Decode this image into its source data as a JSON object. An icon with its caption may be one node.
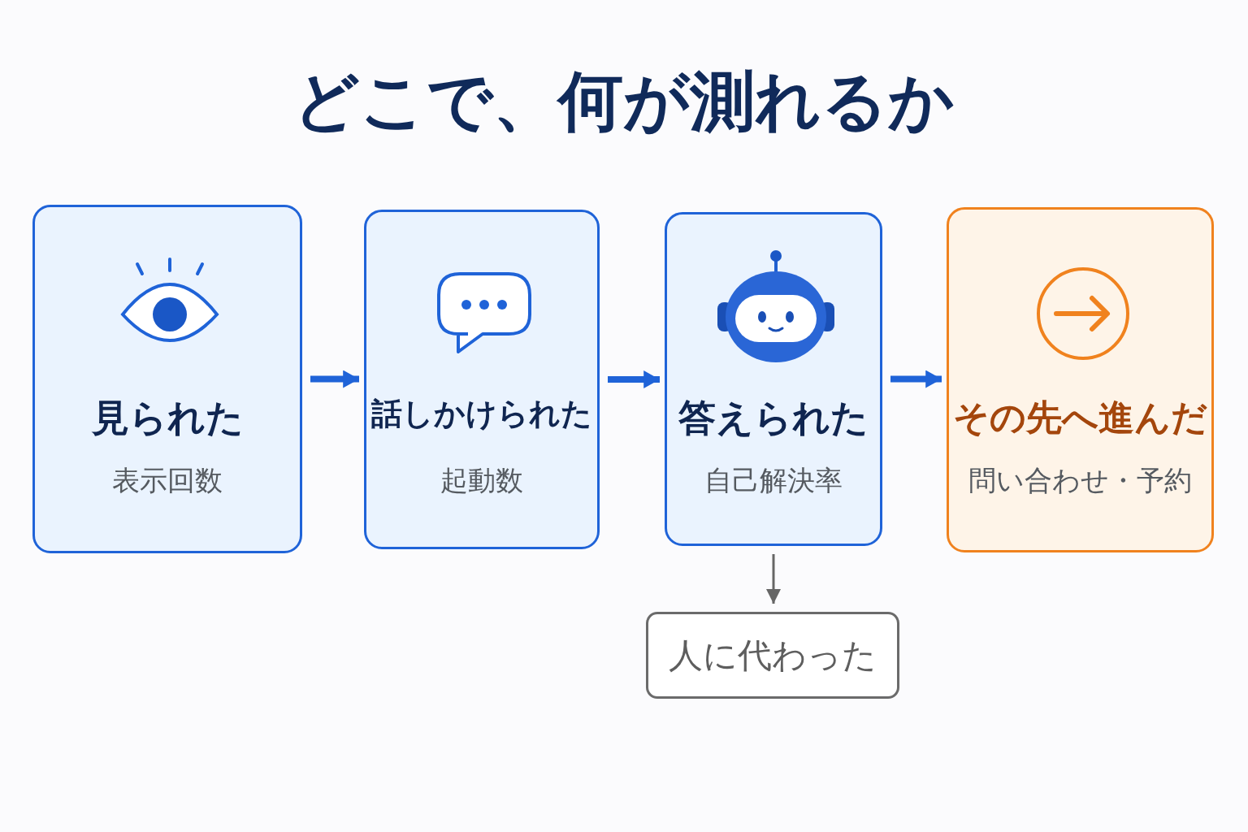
{
  "diagram": {
    "title": "どこで、何が測れるか",
    "nodes": [
      {
        "text": [
          "見られた",
          "表示回数"
        ]
      },
      {
        "text": [
          "話しかけられた",
          "起動数"
        ]
      },
      {
        "text": [
          "答えられた",
          "自己解決率"
        ]
      },
      {
        "text": [
          "その先へ進んだ",
          "問い合わせ・予約"
        ]
      },
      {
        "text": [
          "人に代わった"
        ]
      }
    ],
    "edges": [
      {
        "from": 0,
        "to": 1,
        "arrow": "to"
      },
      {
        "from": 1,
        "to": 2,
        "arrow": "to"
      },
      {
        "from": 2,
        "to": 3,
        "arrow": "to"
      },
      {
        "from": 2,
        "to": 4,
        "arrow": "to",
        "color": "#666666"
      }
    ]
  }
}
